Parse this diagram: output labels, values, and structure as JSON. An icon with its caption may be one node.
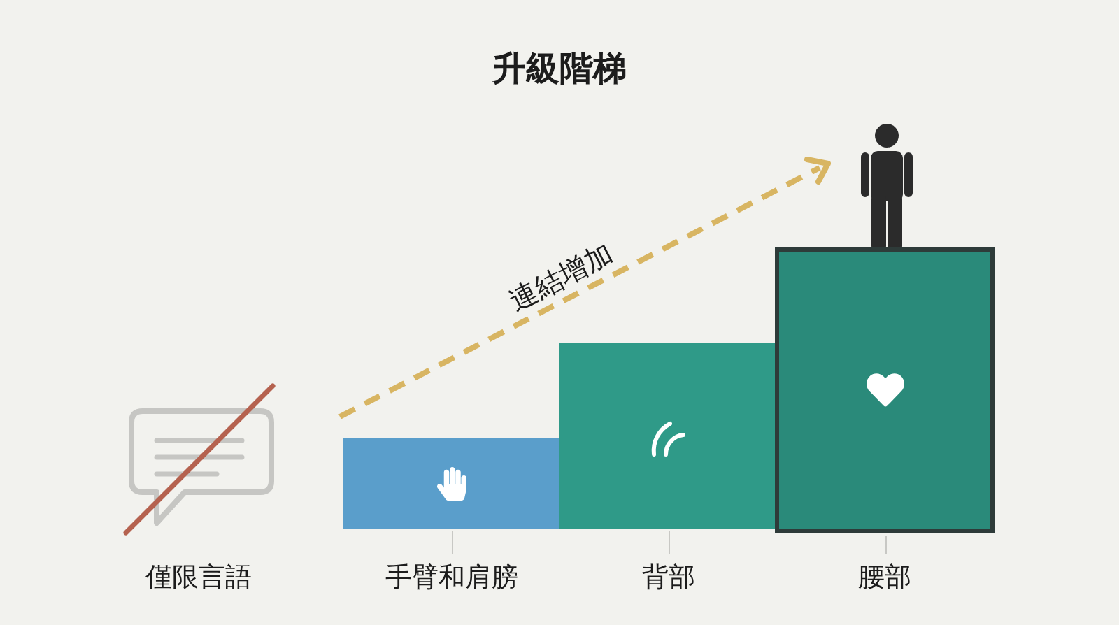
{
  "diagram": {
    "title": "升級階梯",
    "nodes": [
      {
        "text": [
          "手臂和肩膀"
        ]
      },
      {
        "text": [
          "背部"
        ]
      },
      {
        "text": [
          "腰部"
        ]
      }
    ],
    "labels": [
      "連結增加",
      "僅限言語"
    ]
  }
}
